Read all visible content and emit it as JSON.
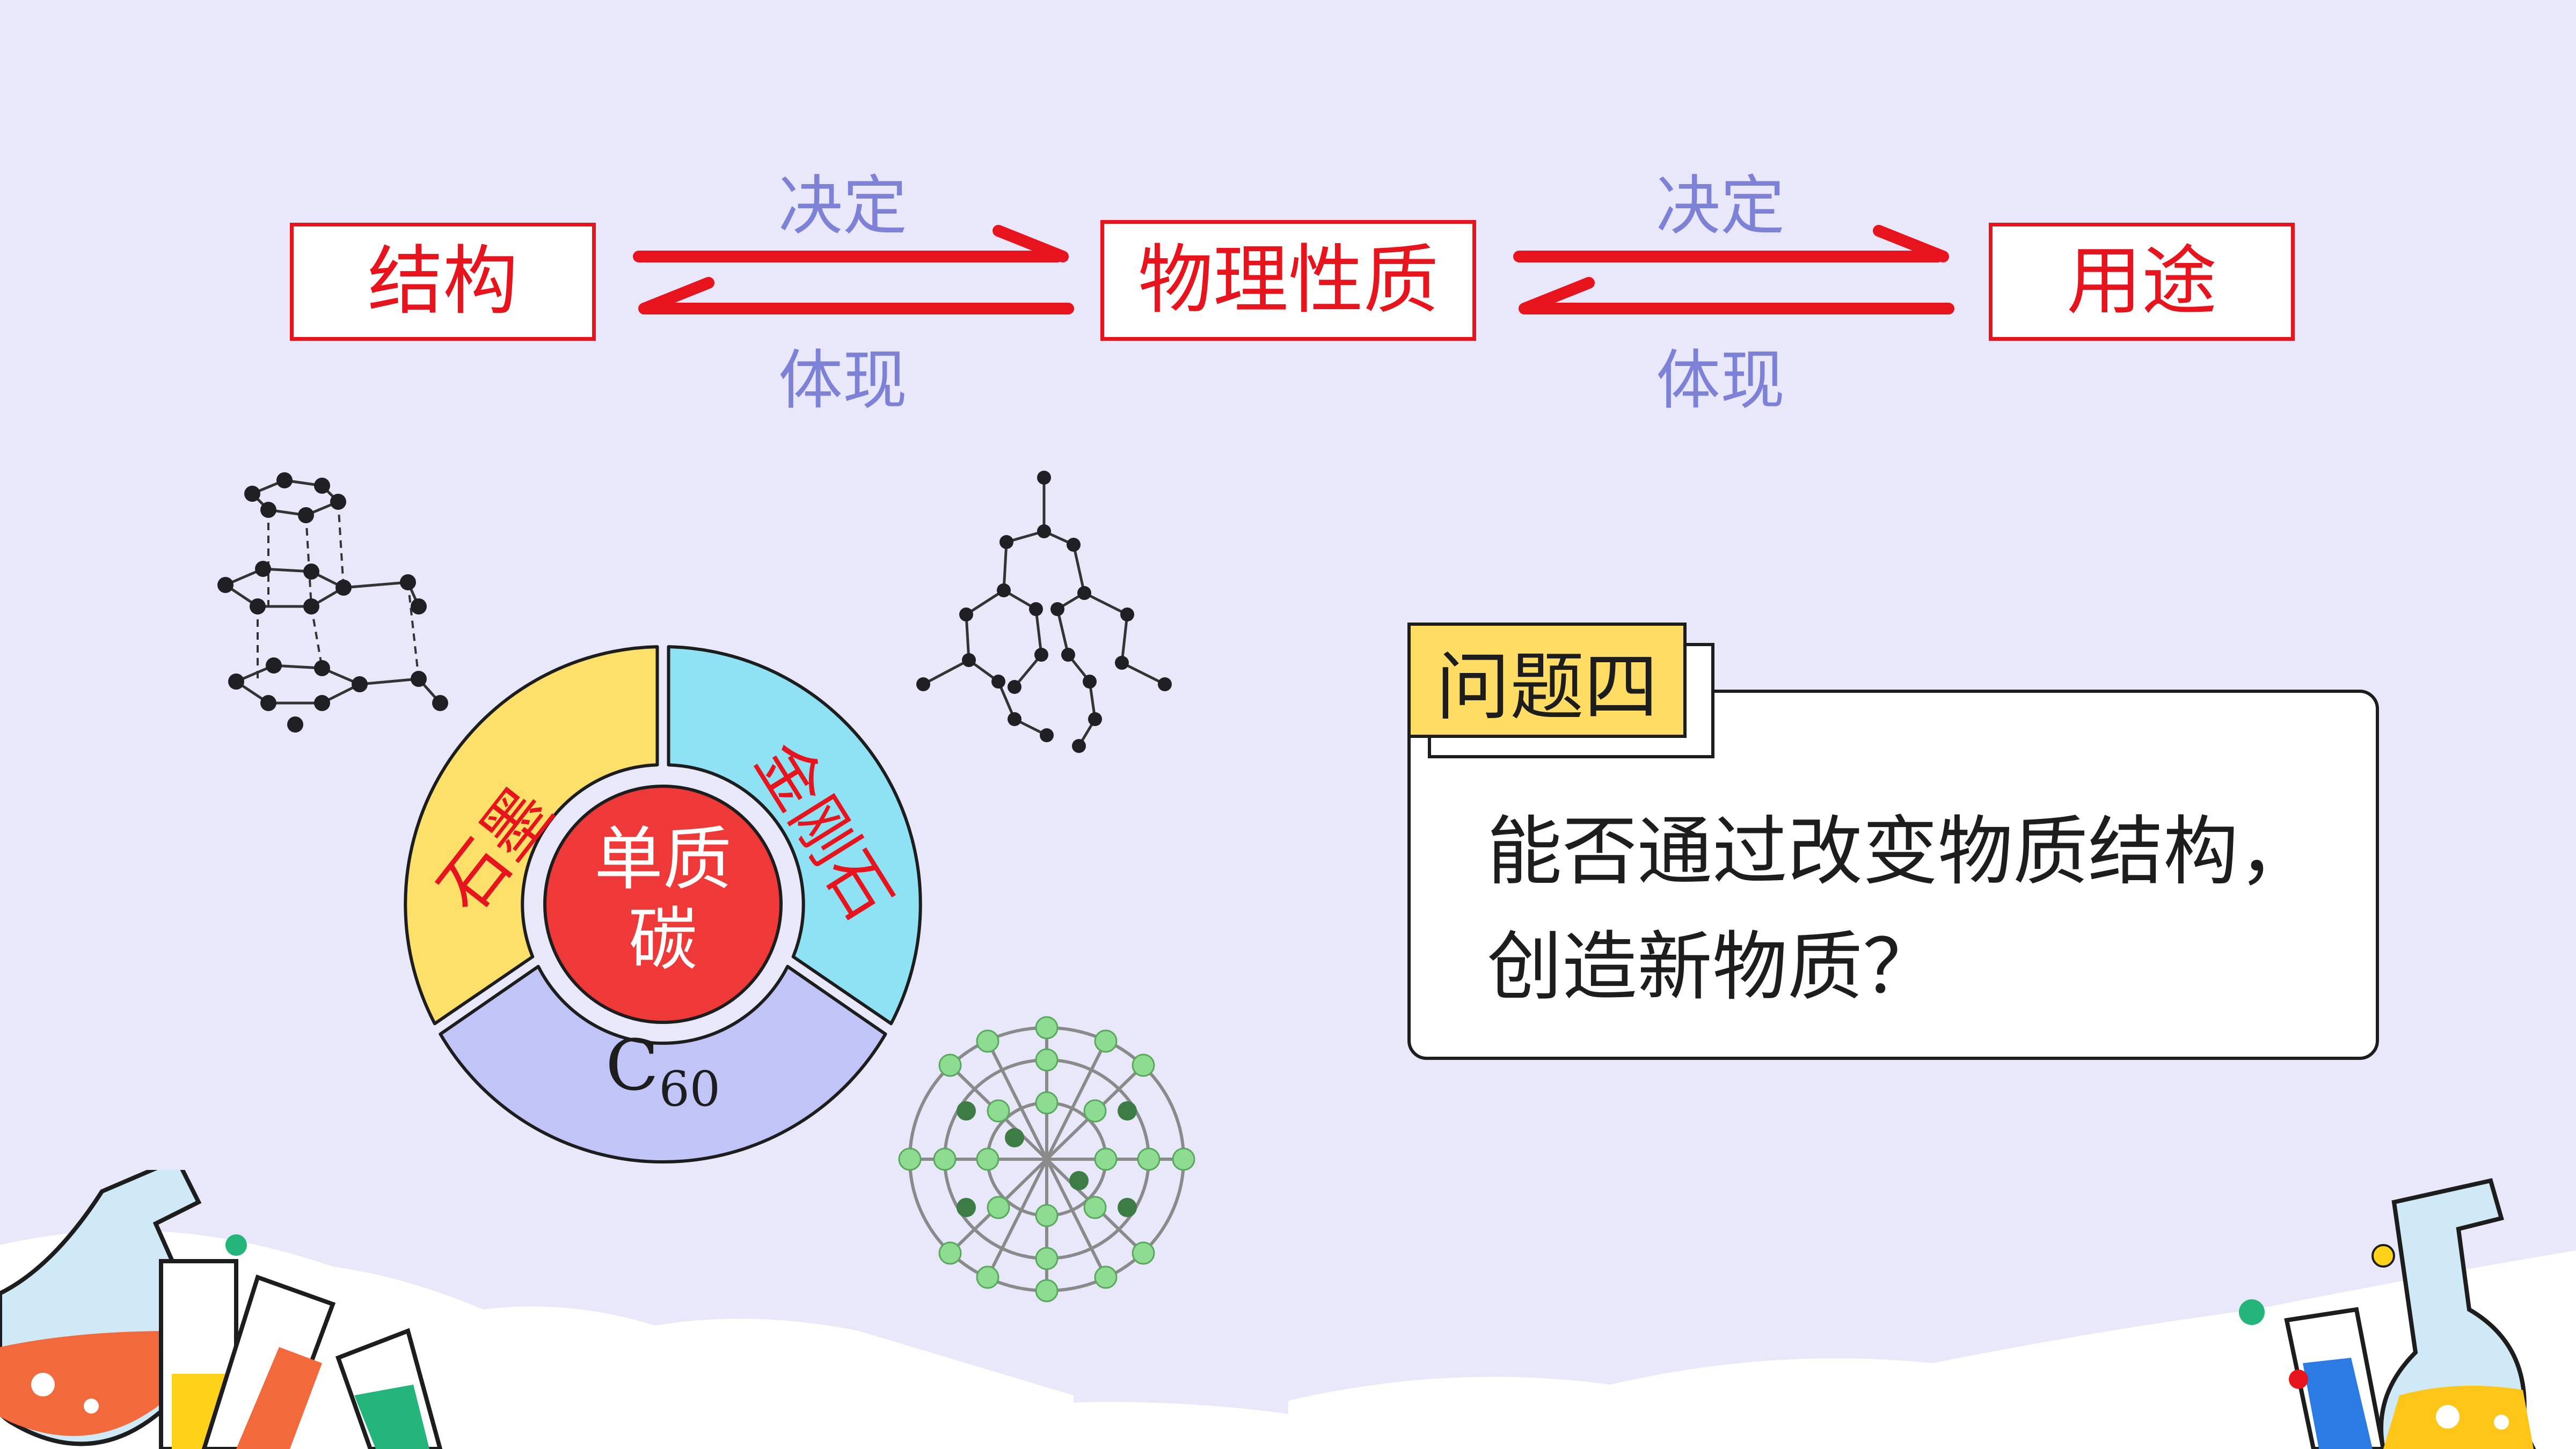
{
  "flow": {
    "box1": "结构",
    "box2": "物理性质",
    "box3": "用途",
    "decides": "决定",
    "embodies": "体现"
  },
  "wheel": {
    "center_line1": "单质",
    "center_line2": "碳",
    "graphite": "石墨",
    "diamond": "金刚石",
    "c60_base": "C",
    "c60_sub": "60"
  },
  "question": {
    "tag": "问题四",
    "line1": "能否通过改变物质结构，",
    "line2": "创造新物质？"
  },
  "colors": {
    "accent_red": "#e8141d",
    "relation_text": "#7d82d6",
    "tag_yellow": "#ffdd64",
    "graphite_segment": "#fde06a",
    "diamond_segment": "#8ee2f4",
    "c60_segment": "#c1c4f6",
    "center_circle": "#ef3838"
  }
}
